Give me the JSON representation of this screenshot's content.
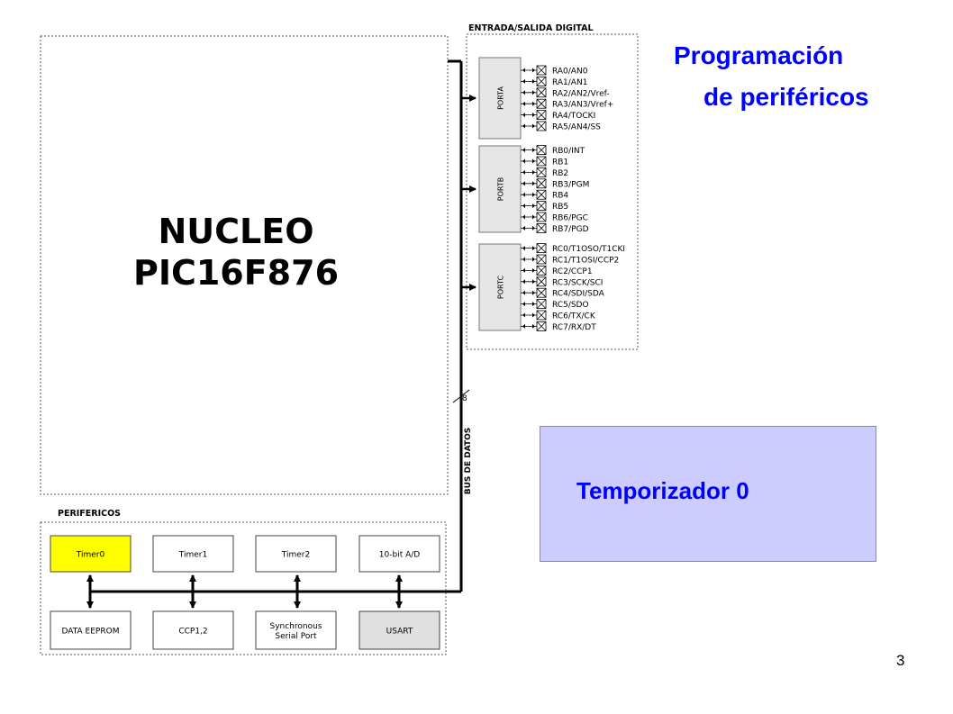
{
  "slide": {
    "title_line1": "Programación",
    "title_line2": "de periféricos",
    "highlight": "Temporizador 0",
    "page_number": "3"
  },
  "core": {
    "line1": "NUCLEO",
    "line2": "PIC16F876"
  },
  "digital_io": {
    "title": "ENTRADA/SALIDA DIGITAL",
    "ports": [
      {
        "name": "PORTA",
        "pins": [
          "RA0/AN0",
          "RA1/AN1",
          "RA2/AN2/Vref-",
          "RA3/AN3/Vref+",
          "RA4/TOCKI",
          "RA5/AN4/SS"
        ]
      },
      {
        "name": "PORTB",
        "pins": [
          "RB0/INT",
          "RB1",
          "RB2",
          "RB3/PGM",
          "RB4",
          "RB5",
          "RB6/PGC",
          "RB7/PGD"
        ]
      },
      {
        "name": "PORTC",
        "pins": [
          "RC0/T1OSO/T1CKI",
          "RC1/T1OSI/CCP2",
          "RC2/CCP1",
          "RC3/SCK/SCI",
          "RC4/SDI/SDA",
          "RC5/SDO",
          "RC6/TX/CK",
          "RC7/RX/DT"
        ]
      }
    ]
  },
  "bus": {
    "label": "BUS DE DATOS",
    "width": "8"
  },
  "peripherals": {
    "title": "PERIFERICOS",
    "top_row": [
      "Timer0",
      "Timer1",
      "Timer2",
      "10-bit A/D"
    ],
    "bottom_row": [
      "DATA EEPROM",
      "CCP1,2",
      "Synchronous|Serial Port",
      "USART"
    ]
  },
  "colors": {
    "title": "#0000ff",
    "highlight_box": "#ccccff",
    "timer0_fill": "#ffff00",
    "port_fill": "#e6e6e6",
    "usart_fill": "#e0e0e0"
  }
}
